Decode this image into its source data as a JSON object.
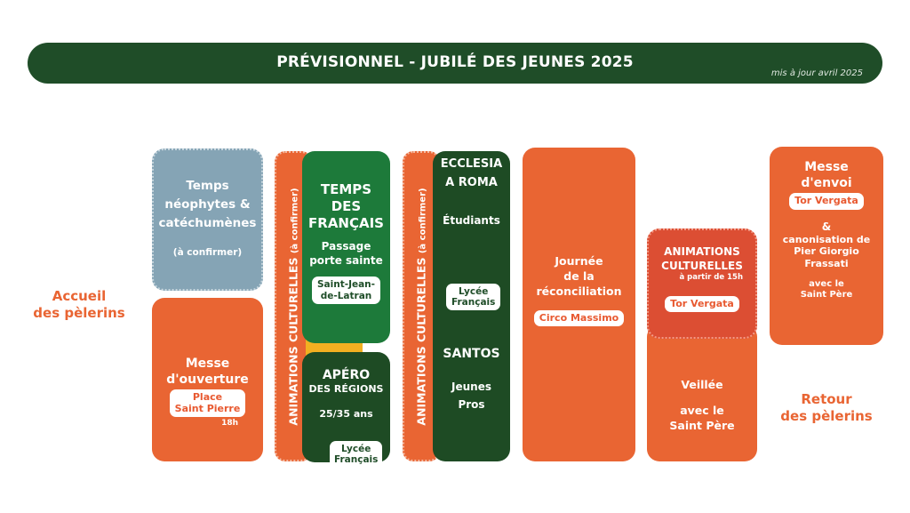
{
  "header": {
    "title": "PRÉVISIONNEL - JUBILÉ DES JEUNES 2025",
    "updated": "mis à jour avril 2025"
  },
  "left": {
    "accueil_line1": "Accueil",
    "accueil_line2": "des pèlerins"
  },
  "right": {
    "retour_line1": "Retour",
    "retour_line2": "des pèlerins"
  },
  "col1": {
    "neophytes": {
      "l1": "Temps",
      "l2": "néophytes &",
      "l3": "catéchumènes",
      "note": "(à confirmer)"
    },
    "messe": {
      "l1": "Messe",
      "l2": "d'ouverture",
      "place_l1": "Place",
      "place_l2": "Saint Pierre",
      "time": "18h"
    }
  },
  "col2": {
    "animations": {
      "label": "ANIMATIONS CULTURELLES",
      "note": "(à confirmer)"
    },
    "temps_francais": {
      "l1": "TEMPS",
      "l2": "DES",
      "l3": "FRANÇAIS",
      "p1": "Passage",
      "p2": "porte sainte",
      "place_l1": "Saint-Jean-",
      "place_l2": "de-Latran"
    },
    "apero": {
      "l1": "APÉRO",
      "l2": "DES RÉGIONS",
      "age": "25/35 ans",
      "place_l1": "Lycée",
      "place_l2": "Français"
    }
  },
  "col3": {
    "animations": {
      "label": "ANIMATIONS CULTURELLES",
      "note": "(à confirmer)"
    },
    "ecclesia": {
      "l1": "ECCLESIA",
      "l2": "A ROMA",
      "sub": "Étudiants",
      "place_l1": "Lycée",
      "place_l2": "Français"
    },
    "santos": {
      "l1": "SANTOS",
      "sub1": "Jeunes",
      "sub2": "Pros"
    }
  },
  "col4": {
    "reconciliation": {
      "l1": "Journée",
      "l2": "de la",
      "l3": "réconciliation",
      "place": "Circo Massimo"
    }
  },
  "col5": {
    "animations": {
      "l1": "ANIMATIONS",
      "l2": "CULTURELLES",
      "time": "à partir de 15h",
      "place": "Tor Vergata"
    },
    "veillee": {
      "l1": "Veillée",
      "l2": "avec le",
      "l3": "Saint Père"
    }
  },
  "col6": {
    "envoi": {
      "l1": "Messe",
      "l2": "d'envoi",
      "place": "Tor Vergata",
      "amp": "&",
      "c1": "canonisation de",
      "c2": "Pier Giorgio",
      "c3": "Frassati",
      "w1": "avec le",
      "w2": "Saint Père"
    }
  },
  "colors": {
    "orange": "#e96533",
    "dark_green": "#1f4d28",
    "green": "#1d7a3a",
    "blue_grey": "#85a4b5",
    "accent_yellow": "#f2b021"
  }
}
